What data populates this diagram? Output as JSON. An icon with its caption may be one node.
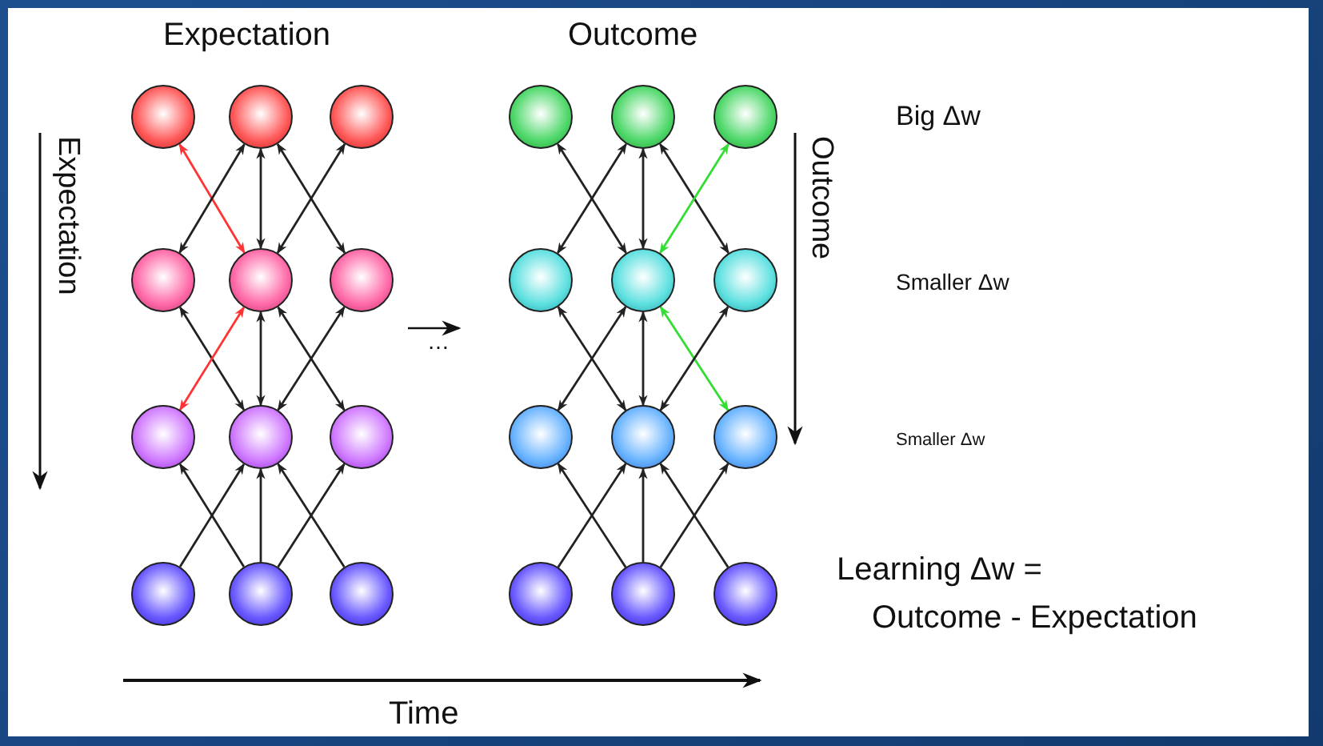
{
  "diagram": {
    "nodes": [
      {
        "text": [],
        "shape": "circle"
      },
      {
        "text": [],
        "shape": "circle"
      },
      {
        "text": [],
        "shape": "circle"
      },
      {
        "text": [],
        "shape": "circle"
      },
      {
        "text": [],
        "shape": "circle"
      },
      {
        "text": [],
        "shape": "circle"
      },
      {
        "text": [],
        "shape": "circle"
      },
      {
        "text": [],
        "shape": "circle"
      },
      {
        "text": [],
        "shape": "circle"
      },
      {
        "text": [],
        "shape": "circle"
      },
      {
        "text": [],
        "shape": "circle"
      },
      {
        "text": [],
        "shape": "circle"
      },
      {
        "text": [],
        "shape": "circle"
      },
      {
        "text": [],
        "shape": "circle"
      },
      {
        "text": [],
        "shape": "circle"
      },
      {
        "text": [],
        "shape": "circle"
      },
      {
        "text": [],
        "shape": "circle"
      },
      {
        "text": [],
        "shape": "circle"
      },
      {
        "text": [],
        "shape": "circle"
      },
      {
        "text": [],
        "shape": "circle"
      },
      {
        "text": [],
        "shape": "circle"
      },
      {
        "text": [],
        "shape": "circle"
      },
      {
        "text": [],
        "shape": "circle"
      },
      {
        "text": [],
        "shape": "circle"
      }
    ],
    "edges": [
      {
        "from": 0,
        "to": 4,
        "arrow": "both",
        "color": "#ff3333"
      },
      {
        "from": 1,
        "to": 3,
        "arrow": "both"
      },
      {
        "from": 1,
        "to": 4,
        "arrow": "both"
      },
      {
        "from": 1,
        "to": 5,
        "arrow": "both"
      },
      {
        "from": 2,
        "to": 4,
        "arrow": "both"
      },
      {
        "from": 3,
        "to": 7,
        "arrow": "both"
      },
      {
        "from": 4,
        "to": 6,
        "arrow": "both",
        "color": "#ff3333"
      },
      {
        "from": 4,
        "to": 7,
        "arrow": "both"
      },
      {
        "from": 4,
        "to": 8,
        "arrow": "both"
      },
      {
        "from": 5,
        "to": 7,
        "arrow": "both"
      },
      {
        "from": 9,
        "to": 7,
        "arrow": "to"
      },
      {
        "from": 10,
        "to": 6,
        "arrow": "to"
      },
      {
        "from": 10,
        "to": 7,
        "arrow": "to"
      },
      {
        "from": 10,
        "to": 8,
        "arrow": "to"
      },
      {
        "from": 11,
        "to": 7,
        "arrow": "to"
      },
      {
        "from": 12,
        "to": 16,
        "arrow": "both"
      },
      {
        "from": 13,
        "to": 15,
        "arrow": "both"
      },
      {
        "from": 13,
        "to": 16,
        "arrow": "both"
      },
      {
        "from": 13,
        "to": 17,
        "arrow": "both"
      },
      {
        "from": 14,
        "to": 16,
        "arrow": "both",
        "color": "#33dd33"
      },
      {
        "from": 15,
        "to": 19,
        "arrow": "both"
      },
      {
        "from": 16,
        "to": 18,
        "arrow": "both"
      },
      {
        "from": 16,
        "to": 19,
        "arrow": "both"
      },
      {
        "from": 16,
        "to": 20,
        "arrow": "both",
        "color": "#33dd33"
      },
      {
        "from": 17,
        "to": 19,
        "arrow": "both"
      },
      {
        "from": 21,
        "to": 19,
        "arrow": "to"
      },
      {
        "from": 22,
        "to": 18,
        "arrow": "to"
      },
      {
        "from": 22,
        "to": 19,
        "arrow": "to"
      },
      {
        "from": 22,
        "to": 20,
        "arrow": "to"
      },
      {
        "from": 23,
        "to": 19,
        "arrow": "to"
      }
    ],
    "labels": [
      "Expectation",
      "Outcome",
      "Big Δw",
      "Expectation",
      "Outcome",
      "Smaller Δw",
      "…",
      "Smaller Δw",
      "Learning Δw =",
      "Outcome - Expectation",
      "Time"
    ]
  }
}
